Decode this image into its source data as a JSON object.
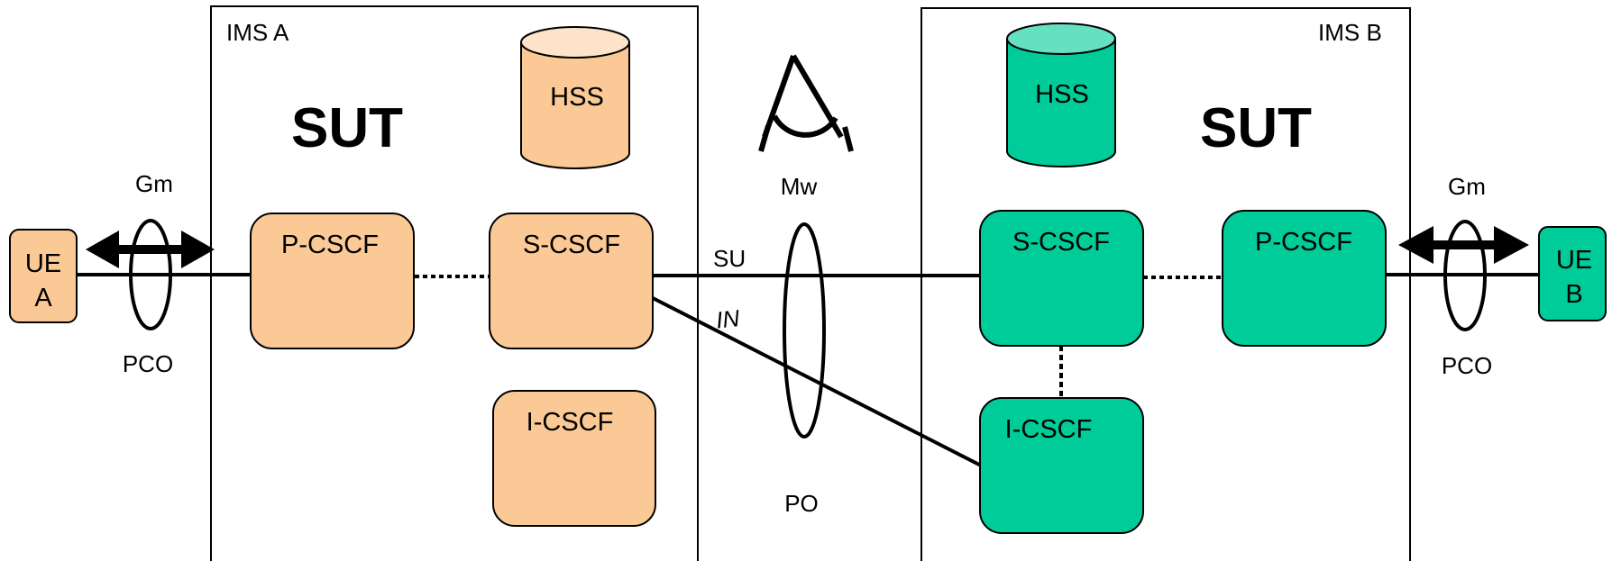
{
  "colors": {
    "orange_fill": "#fbc996",
    "orange_top": "#fde3c9",
    "green_fill": "#00cc99",
    "green_top": "#66e0c2",
    "stroke": "#000000"
  },
  "ims_a": {
    "title": "IMS A",
    "sut": "SUT",
    "hss": "HSS",
    "p_cscf": "P-CSCF",
    "s_cscf": "S-CSCF",
    "i_cscf": "I-CSCF"
  },
  "ims_b": {
    "title": "IMS B",
    "sut": "SUT",
    "hss": "HSS",
    "p_cscf": "P-CSCF",
    "s_cscf": "S-CSCF",
    "i_cscf": "I-CSCF"
  },
  "ue_a": {
    "line1": "UE",
    "line2": "A"
  },
  "ue_b": {
    "line1": "UE",
    "line2": "B"
  },
  "interfaces": {
    "gm_left": "Gm",
    "pco_left": "PCO",
    "gm_right": "Gm",
    "pco_right": "PCO",
    "mw": "Mw",
    "po": "PO",
    "su": "SU",
    "in": "IN"
  },
  "icons": [
    "eye-icon",
    "double-arrow-icon",
    "ellipse-probe-icon"
  ]
}
